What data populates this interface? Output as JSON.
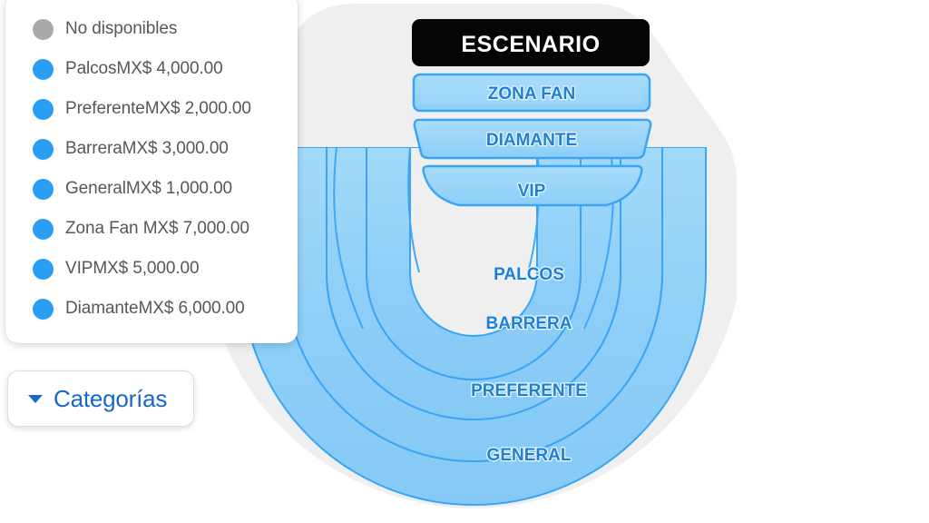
{
  "legend": {
    "items": [
      {
        "label": "No disponibles",
        "color": "#a8a8a8",
        "dot": "legend-dot-gray"
      },
      {
        "label": "PalcosMX$ 4,000.00",
        "color": "#2a9df4",
        "dot": "legend-dot-blue"
      },
      {
        "label": "PreferenteMX$ 2,000.00",
        "color": "#2a9df4",
        "dot": "legend-dot-blue"
      },
      {
        "label": "BarreraMX$ 3,000.00",
        "color": "#2a9df4",
        "dot": "legend-dot-blue"
      },
      {
        "label": "GeneralMX$ 1,000.00",
        "color": "#2a9df4",
        "dot": "legend-dot-blue"
      },
      {
        "label": "Zona Fan MX$ 7,000.00",
        "color": "#2a9df4",
        "dot": "legend-dot-blue"
      },
      {
        "label": "VIPMX$ 5,000.00",
        "color": "#2a9df4",
        "dot": "legend-dot-blue"
      },
      {
        "label": "DiamanteMX$ 6,000.00",
        "color": "#2a9df4",
        "dot": "legend-dot-blue"
      }
    ]
  },
  "categories_button": {
    "label": "Categorías",
    "caret": "caret-down-icon",
    "color": "#1669c9"
  },
  "venue": {
    "stage": {
      "label": "ESCENARIO",
      "background": "#050505",
      "text_color": "#ffffff"
    },
    "backdrop_color": "#efeff0",
    "section_fill": "#8ecff8",
    "section_stroke": "#3aa5f5",
    "label_color": "#1f7fd4",
    "front_sections": [
      {
        "label": "ZONA FAN"
      },
      {
        "label": "DIAMANTE"
      },
      {
        "label": "VIP"
      }
    ],
    "ring_sections": [
      {
        "label": "PALCOS"
      },
      {
        "label": "BARRERA"
      },
      {
        "label": "PREFERENTE"
      },
      {
        "label": "GENERAL"
      }
    ]
  }
}
